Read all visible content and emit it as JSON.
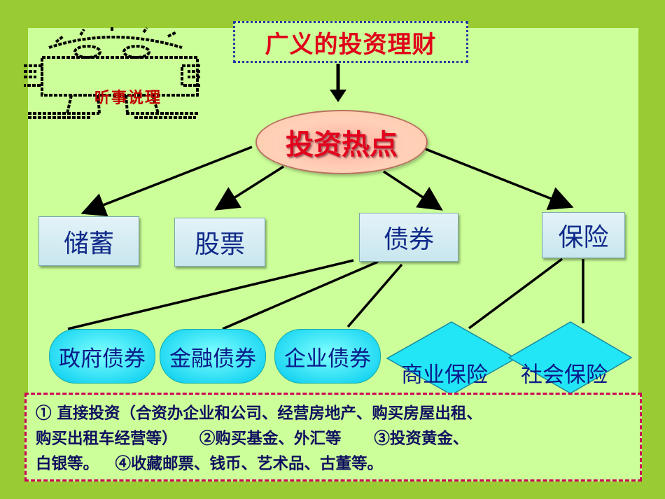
{
  "logo": {
    "text": "听事说理",
    "icon": "cartoon-sign-figure-icon"
  },
  "title": "广义的投资理财",
  "hotspot": "投资热点",
  "categories": {
    "savings": "储蓄",
    "stocks": "股票",
    "bonds": "债券",
    "insurance": "保险"
  },
  "bond_types": {
    "government": "政府债券",
    "financial": "金融债券",
    "corporate": "企业债券"
  },
  "insurance_types": {
    "commercial": "商业保险",
    "social": "社会保险"
  },
  "note": {
    "line1": "① 直接投资（合资办企业和公司、经营房地产、购买房屋出租、",
    "line2": "购买出租车经营等）    ②购买基金、外汇等      ③投资黄金、",
    "line3": "白银等。   ④收藏邮票、钱币、艺术品、古董等。"
  },
  "colors": {
    "background": "#99cc33",
    "panel": "#ccff99",
    "title": "#e0001a",
    "category_text": "#102a8a",
    "oval_fill": "#33e0f5",
    "note_border": "#cc0055"
  }
}
